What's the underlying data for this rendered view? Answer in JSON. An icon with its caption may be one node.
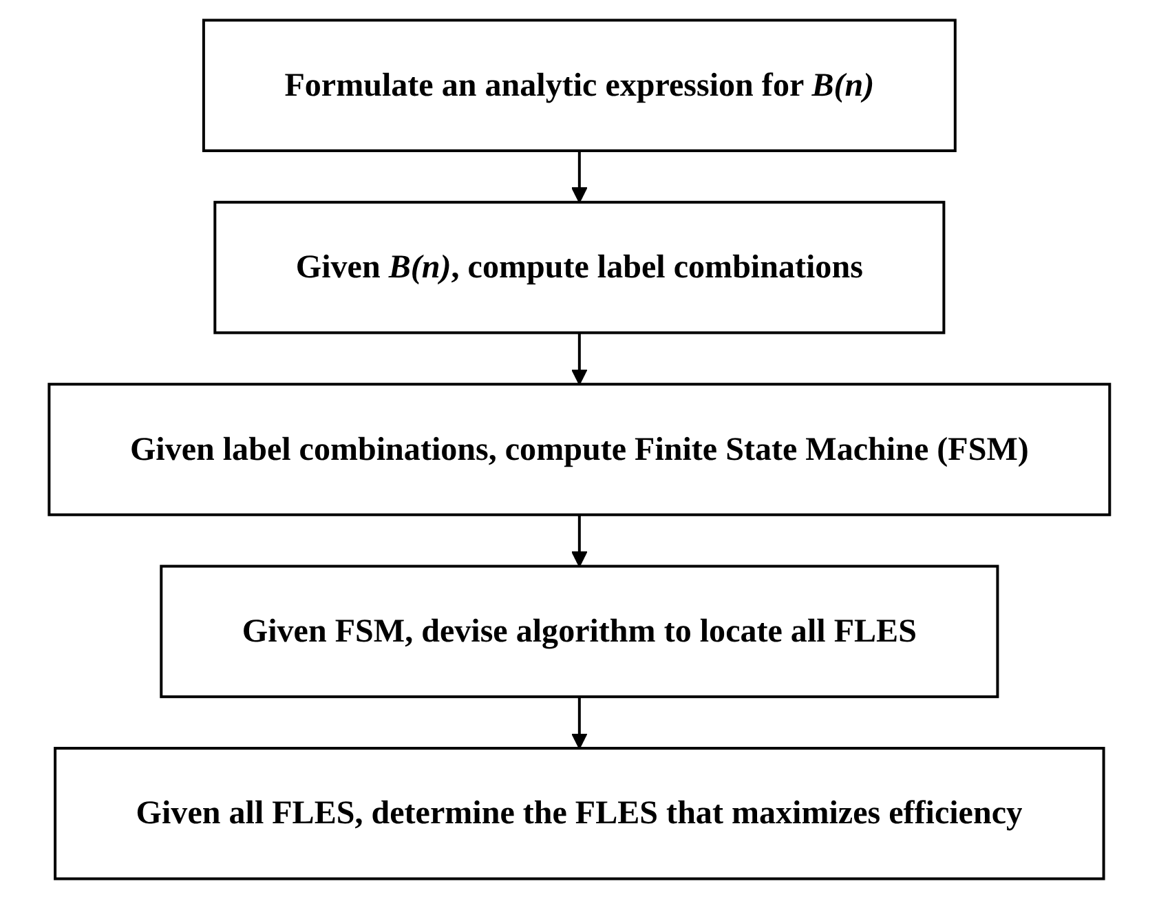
{
  "diagram": {
    "nodes": [
      {
        "text": [
          "Formulate an analytic expression for *B(n)*"
        ]
      },
      {
        "text": [
          "Given *B(n)*, compute label combinations"
        ]
      },
      {
        "text": [
          "Given label combinations, compute Finite State Machine (FSM)"
        ]
      },
      {
        "text": [
          "Given FSM, devise algorithm to locate all FLES"
        ]
      },
      {
        "text": [
          "Given all FLES, determine the FLES that maximizes efficiency"
        ]
      }
    ],
    "edges": [
      {
        "from": 0,
        "to": 1,
        "arrow": "to"
      },
      {
        "from": 1,
        "to": 2,
        "arrow": "to"
      },
      {
        "from": 2,
        "to": 3,
        "arrow": "to"
      },
      {
        "from": 3,
        "to": 4,
        "arrow": "to"
      }
    ]
  }
}
